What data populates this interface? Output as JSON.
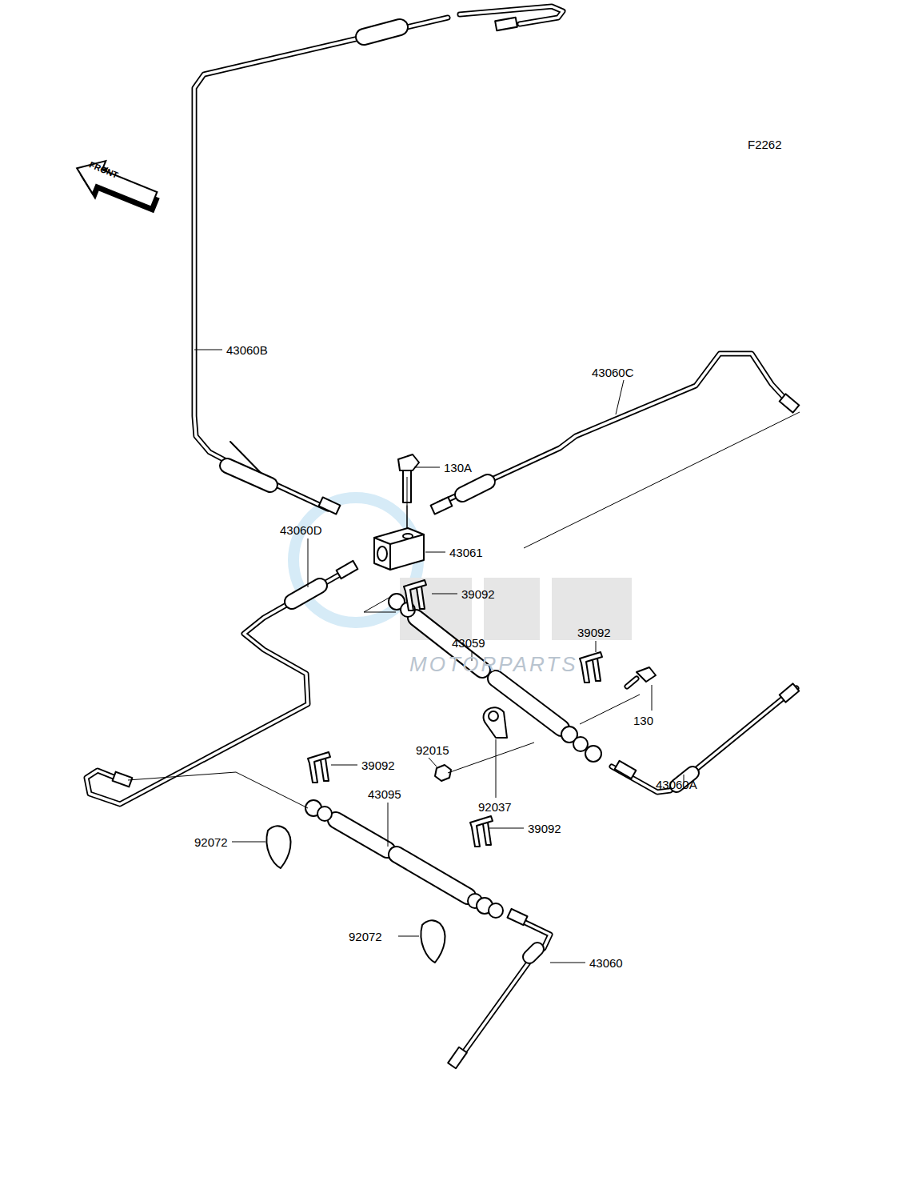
{
  "diagram": {
    "labels": [
      "FRONT",
      "F2262",
      "43060B",
      "43060C",
      "130A",
      "43061",
      "43060D",
      "39092",
      "43059",
      "39092",
      "130",
      "92015",
      "92037",
      "43060A",
      "39092",
      "43095",
      "92072",
      "39092",
      "92072",
      "43060",
      "MOTORPARTS"
    ]
  }
}
